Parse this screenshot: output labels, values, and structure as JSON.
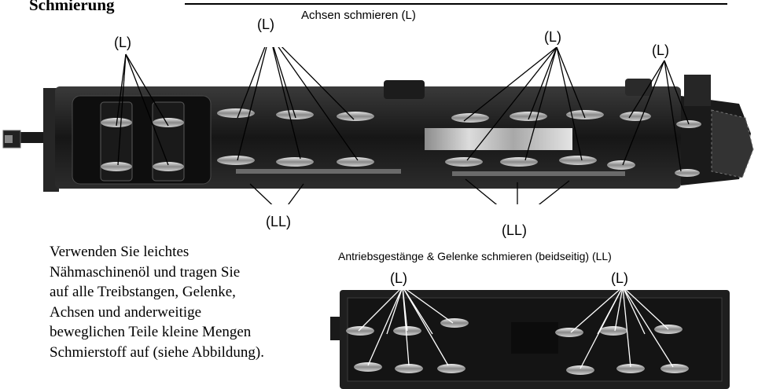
{
  "section_title": "Schmierung",
  "top_figure": {
    "caption": "Achsen schmieren  (L)",
    "labels": [
      "(L)",
      "(L)",
      "(L)",
      "(L)",
      "(LL)",
      "(LL)"
    ]
  },
  "bottom_figure": {
    "caption": "Antriebsgestänge & Gelenke schmieren (beidseitig)  (LL)",
    "labels": [
      "(L)",
      "(L)"
    ]
  },
  "instructions": [
    "Verwenden Sie leichtes",
    "Nähmaschinenöl und tragen Sie",
    "auf alle Treibstangen, Gelenke,",
    "Achsen und anderweitige",
    "beweglichen Teile kleine Mengen",
    "Schmierstoff auf (siehe Abbildung)."
  ]
}
